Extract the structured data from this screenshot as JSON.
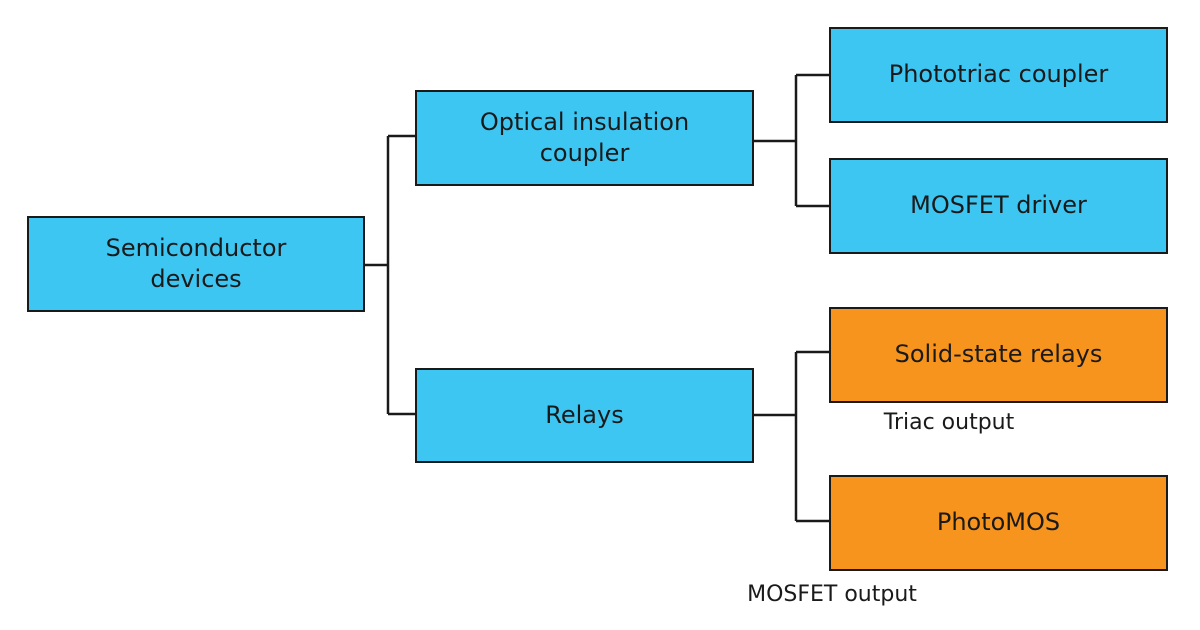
{
  "diagram": {
    "root": {
      "label_line1": "Semiconductor",
      "label_line2": "devices"
    },
    "optical": {
      "label_line1": "Optical insulation",
      "label_line2": "coupler"
    },
    "relays": {
      "label": "Relays"
    },
    "phototriac": {
      "label": "Phototriac coupler"
    },
    "mosfet_driver": {
      "label": "MOSFET driver"
    },
    "ssr": {
      "label": "Solid-state relays",
      "caption": "Triac output"
    },
    "photomos": {
      "label": "PhotoMOS",
      "caption": "MOSFET output"
    }
  },
  "colors": {
    "primary_node": "#3ec6f3",
    "output_node": "#f7941d",
    "line": "#1a1a1a"
  }
}
